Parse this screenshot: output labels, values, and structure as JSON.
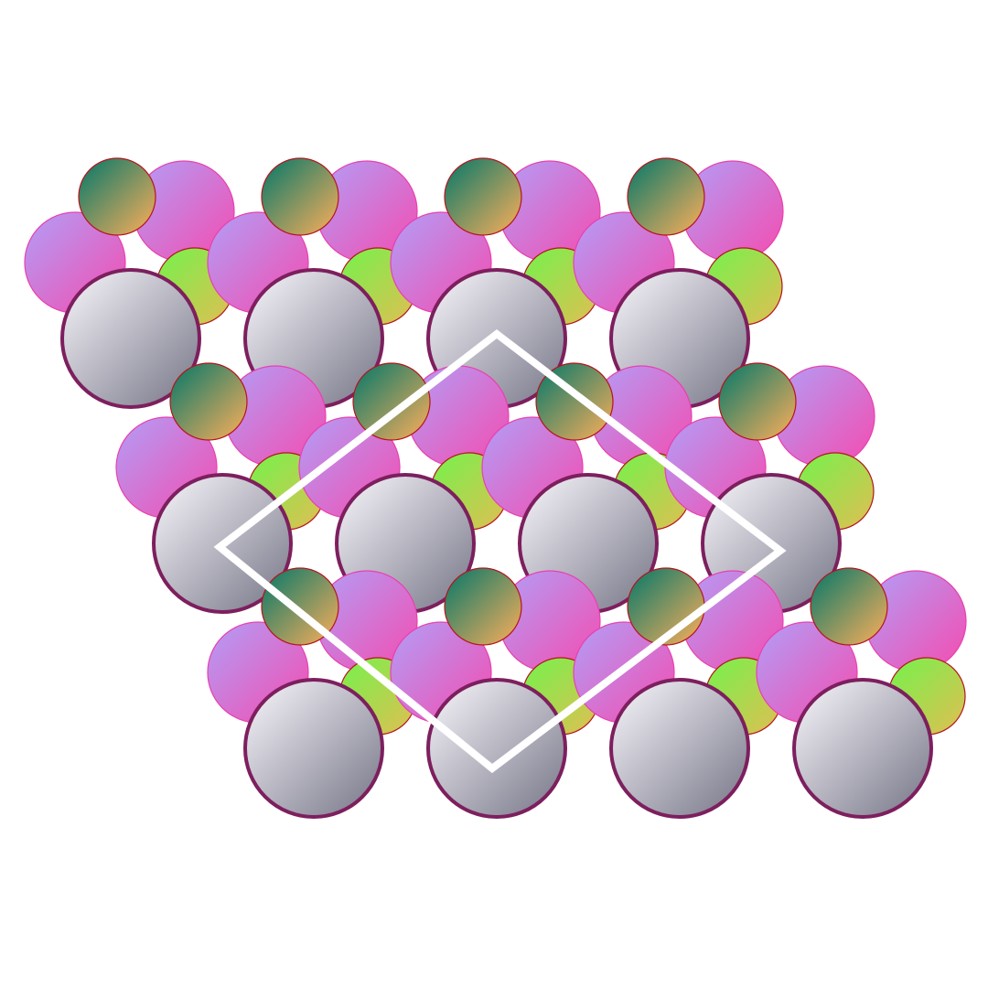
{
  "diagram": {
    "kind": "crystal-lattice-packing",
    "rows": 3,
    "columns": 4,
    "unit_cell_outline": "rhombus",
    "atom_types": [
      {
        "name": "large-gray-atom",
        "fill_light": "#ecebf1",
        "fill_dark": "#7c7b8c",
        "stroke": "#7d1f5e"
      },
      {
        "name": "pink-atom",
        "fill_light": "#b896f0",
        "fill_dark": "#f24fb3",
        "stroke": "#e940b0"
      },
      {
        "name": "teal-atom",
        "fill_light": "#1a7d68",
        "fill_dark": "#f2ac5a",
        "stroke": "#b5141c"
      },
      {
        "name": "green-atom",
        "fill_light": "#7dee4c",
        "fill_dark": "#ddc052",
        "stroke": "#b5141c"
      }
    ],
    "outline_color": "#ffffff",
    "background": "#ffffff"
  }
}
